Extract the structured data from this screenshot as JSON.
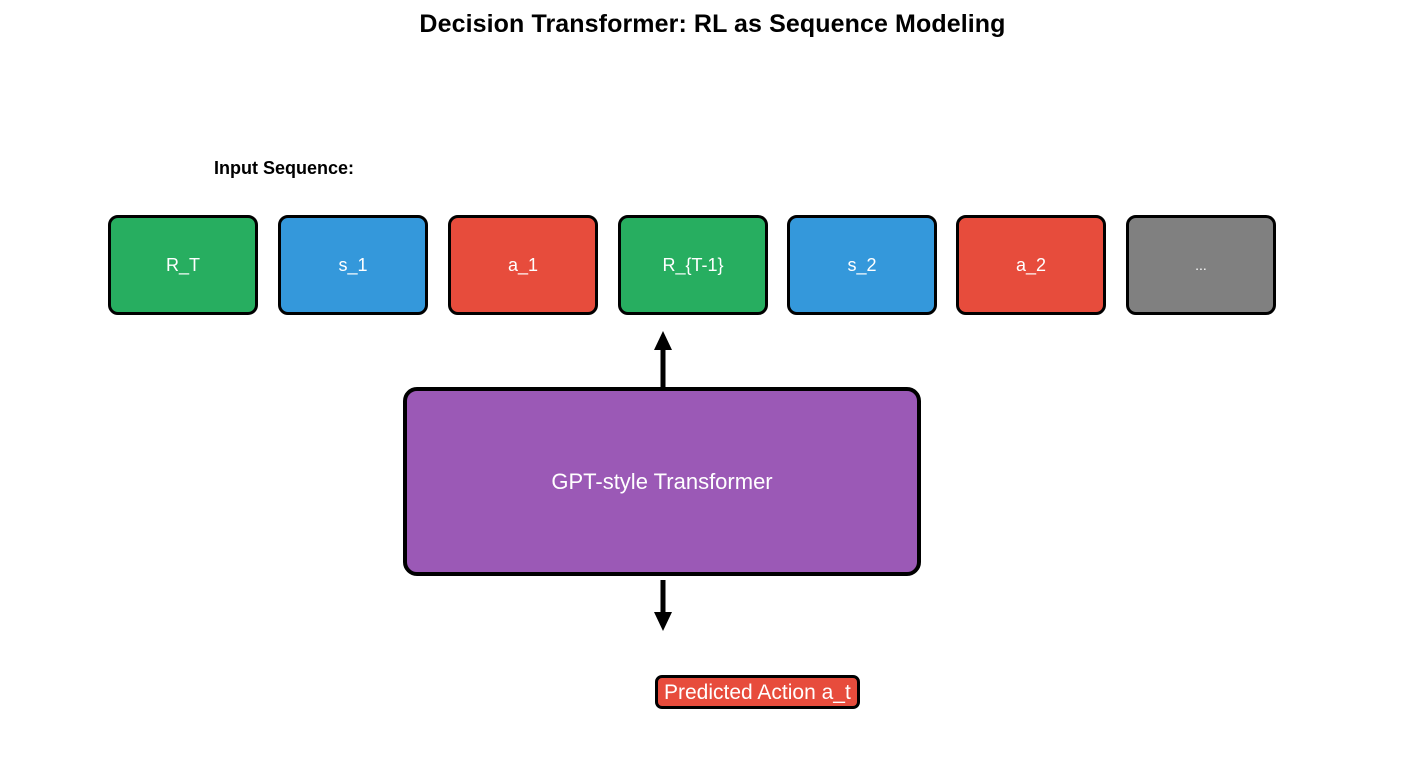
{
  "figure": {
    "title": "Decision Transformer: RL as Sequence Modeling",
    "background": "#ffffff"
  },
  "input_sequence": {
    "label": "Input Sequence:",
    "tokens": [
      {
        "text": "R_T",
        "kind": "return-to-go",
        "color": "#27ae60",
        "text_color": "#ffffff"
      },
      {
        "text": "s_1",
        "kind": "state",
        "color": "#3498db",
        "text_color": "#ffffff"
      },
      {
        "text": "a_1",
        "kind": "action",
        "color": "#e74c3c",
        "text_color": "#ffffff"
      },
      {
        "text": "R_{T-1}",
        "kind": "return-to-go",
        "color": "#27ae60",
        "text_color": "#ffffff"
      },
      {
        "text": "s_2",
        "kind": "state",
        "color": "#3498db",
        "text_color": "#ffffff"
      },
      {
        "text": "a_2",
        "kind": "action",
        "color": "#e74c3c",
        "text_color": "#ffffff"
      },
      {
        "text": "...",
        "kind": "continuation",
        "color": "#808080",
        "text_color": "#ffffff"
      }
    ]
  },
  "model": {
    "label": "GPT-style Transformer",
    "color": "#9b59b6",
    "text_color": "#ffffff"
  },
  "output": {
    "label": "Predicted Action a_t",
    "color": "#e74c3c",
    "text_color": "#ffffff"
  },
  "arrows": {
    "up": {
      "name": "arrow-up-icon",
      "direction": "up",
      "color": "#000000"
    },
    "down": {
      "name": "arrow-down-icon",
      "direction": "down",
      "color": "#000000"
    }
  }
}
